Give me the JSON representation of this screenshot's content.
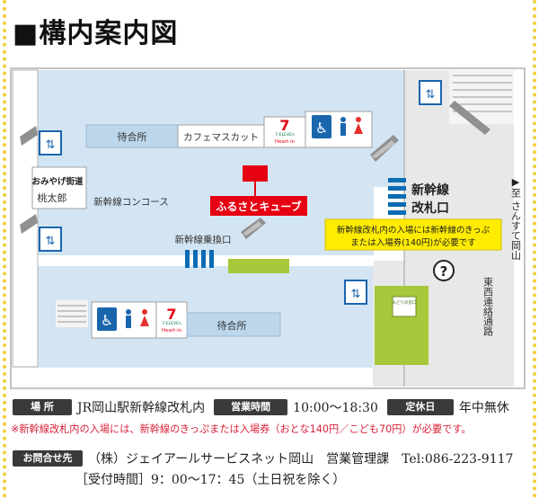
{
  "title": "■構内案内図",
  "map": {
    "waiting_room_top": "待合所",
    "cafe": "カフェマスカット",
    "omiyage": "おみやげ街道",
    "momotaro": "桃太郎",
    "concourse": "新幹線コンコース",
    "furusato": "ふるさとキューブ",
    "transfer_gate": "新幹線乗換口",
    "ticket_gate": [
      "新幹線",
      "改札口"
    ],
    "gate_note": [
      "新幹線改札内の入場には新幹線のきっぷ",
      "または入場券(140円)が必要です"
    ],
    "to_sunsute": "▶至 さんすて岡山",
    "east_west": "東西連絡通路",
    "waiting_room_bottom": "待合所",
    "seven_eleven": "7-ELEVEn",
    "heart_in": "Heart-in",
    "info_mark": "?",
    "green_sign": "みどりの窓口",
    "colors": {
      "accent_red": "#e60012",
      "floor_blue": "#d3e5f3",
      "gate_blue": "#0a6cb3",
      "green_area": "#a7c83a",
      "note_yellow": "#ffec00"
    }
  },
  "info": {
    "place_label": "場 所",
    "place_value": "JR岡山駅新幹線改札内",
    "hours_label": "営業時間",
    "hours_value": "10:00～18:30",
    "closed_label": "定休日",
    "closed_value": "年中無休",
    "notice": "※新幹線改札内の入場には、新幹線のきっぷまたは入場券（おとな140円／こども70円）が必要です。",
    "inquiry_label": "お問合せ先",
    "inquiry_value": "（株）ジェイアールサービスネット岡山　営業管理課　Tel:086-223-9117",
    "inquiry_hours": "［受付時間］9：00～17：45（土日祝を除く）"
  }
}
